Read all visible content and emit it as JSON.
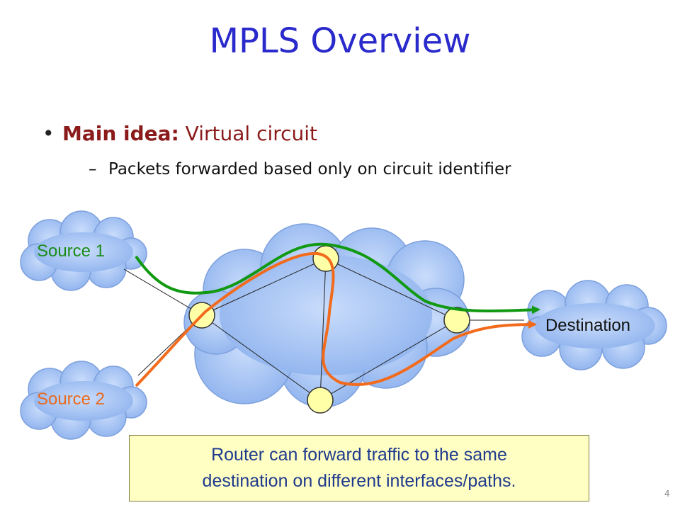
{
  "slide": {
    "title": "MPLS Overview",
    "bullet_label": "Main idea:",
    "bullet_text": "Virtual circuit",
    "sub_bullet": "Packets forwarded based only on circuit identifier",
    "page_number": "4"
  },
  "diagram": {
    "source1_label": "Source 1",
    "source2_label": "Source 2",
    "destination_label": "Destination",
    "callout_line1": "Router can forward traffic to the same",
    "callout_line2": "destination on different interfaces/paths.",
    "colors": {
      "title": "#2929cc",
      "bullet_text": "#8b1a1a",
      "cloud_fill": "#a6c4f5",
      "router_fill": "#ffffa8",
      "path_green": "#119911",
      "path_orange": "#f26b1d",
      "callout_bg": "#ffffc4",
      "callout_text": "#1f3a8c"
    }
  }
}
